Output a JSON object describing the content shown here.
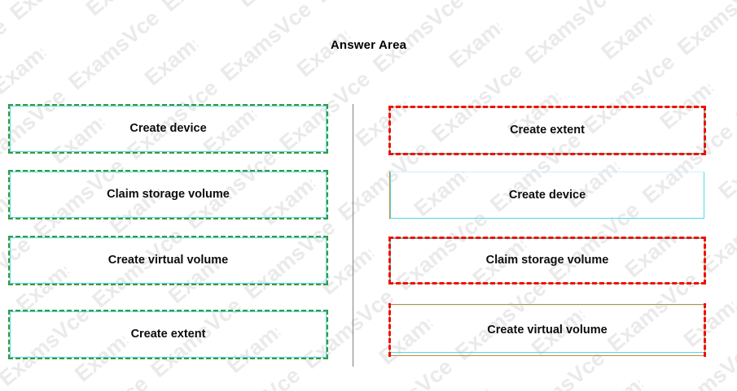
{
  "page": {
    "title": "Answer Area",
    "watermark_text": "ExamsVce",
    "background_color": "#ffffff",
    "watermark_color": "#eaeaea"
  },
  "colors": {
    "green_dashed": "#3a9a3a",
    "cyan_solid": "#4fd8e8",
    "pale_cyan": "#c9f2f7",
    "red_dashed": "#f01010",
    "tan_solid": "#b8913f",
    "divider_gray": "#808080",
    "text": "#0d0d0d"
  },
  "left_column": {
    "name": "source-options",
    "items": [
      {
        "label": "Create device"
      },
      {
        "label": "Claim storage volume"
      },
      {
        "label": "Create virtual volume"
      },
      {
        "label": "Create extent"
      }
    ]
  },
  "right_column": {
    "name": "answer-order",
    "items": [
      {
        "label": "Create extent"
      },
      {
        "label": "Create device"
      },
      {
        "label": "Claim storage volume"
      },
      {
        "label": "Create virtual volume"
      }
    ]
  }
}
